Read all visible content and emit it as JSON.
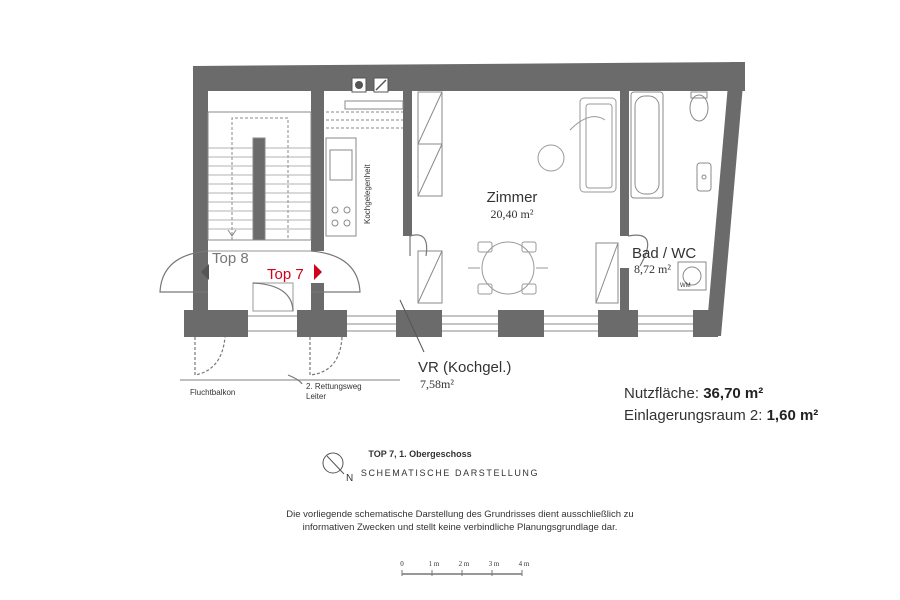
{
  "rooms": {
    "zimmer": {
      "name": "Zimmer",
      "area": "20,40 m²"
    },
    "bad": {
      "name": "Bad / WC",
      "area": "8,72 m²"
    },
    "vr": {
      "name": "VR (Kochgel.)",
      "area": "7,58m²"
    },
    "kochnische": "Kochgelegenheit"
  },
  "labels": {
    "top8": "Top 8",
    "top7": "Top 7",
    "fluchtbalkon": "Fluchtbalkon",
    "rettungsweg_1": "2. Rettungsweg",
    "rettungsweg_2": "Leiter",
    "washer": "WM",
    "north": "N"
  },
  "areas": {
    "nutzflaeche_label": "Nutzfläche: ",
    "nutzflaeche_value": "36,70 m²",
    "lager_label": "Einlagerungsraum 2: ",
    "lager_value": "1,60 m²"
  },
  "caption": {
    "title": "TOP 7, 1. Obergeschoss",
    "subtitle": "SCHEMATISCHE DARSTELLUNG",
    "disclaimer_1": "Die vorliegende schematische Darstellung des Grundrisses dient ausschließlich zu",
    "disclaimer_2": "informativen Zwecken und stellt keine verbindliche Planungsgrundlage dar."
  },
  "scale": {
    "ticks": [
      "0",
      "1 m",
      "2 m",
      "3 m",
      "4 m"
    ]
  },
  "colors": {
    "wall": "#6b6b6b",
    "highlight": "#d0021b",
    "furniture": "#9a9a9a"
  }
}
